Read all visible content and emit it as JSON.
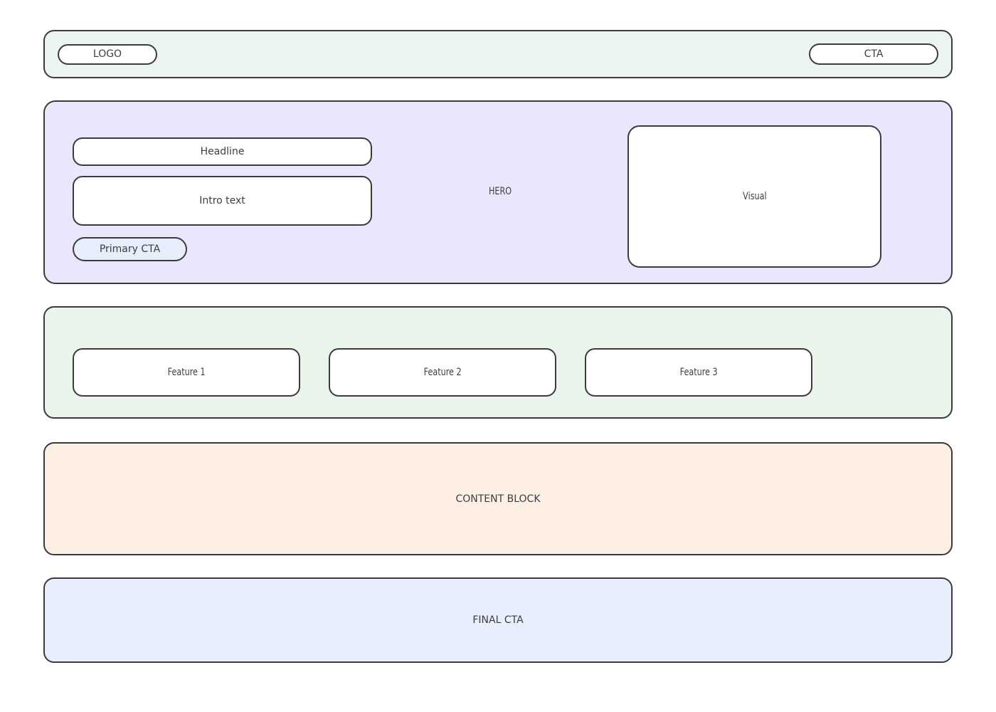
{
  "topbar": {
    "logo_label": "LOGO",
    "cta_label": "CTA"
  },
  "hero": {
    "section_label": "HERO",
    "headline_label": "Headline",
    "intro_label": "Intro text",
    "primary_cta_label": "Primary CTA",
    "visual_label": "Visual"
  },
  "features": {
    "items": [
      {
        "label": "Feature 1"
      },
      {
        "label": "Feature 2"
      },
      {
        "label": "Feature 3"
      }
    ]
  },
  "content_block": {
    "label": "CONTENT BLOCK"
  },
  "final_cta": {
    "label": "FINAL CTA"
  },
  "colors": {
    "topbar_bg": "#ecf4f1",
    "hero_bg": "#eae6fb",
    "primary_cta_bg": "#e8edfb",
    "features_bg": "#e9f4eb",
    "content_block_bg": "#fdf0e3",
    "final_cta_bg": "#e8eefb",
    "border": "#3a3a40",
    "text": "#3d3d44",
    "placeholder_bg": "#ffffff"
  }
}
